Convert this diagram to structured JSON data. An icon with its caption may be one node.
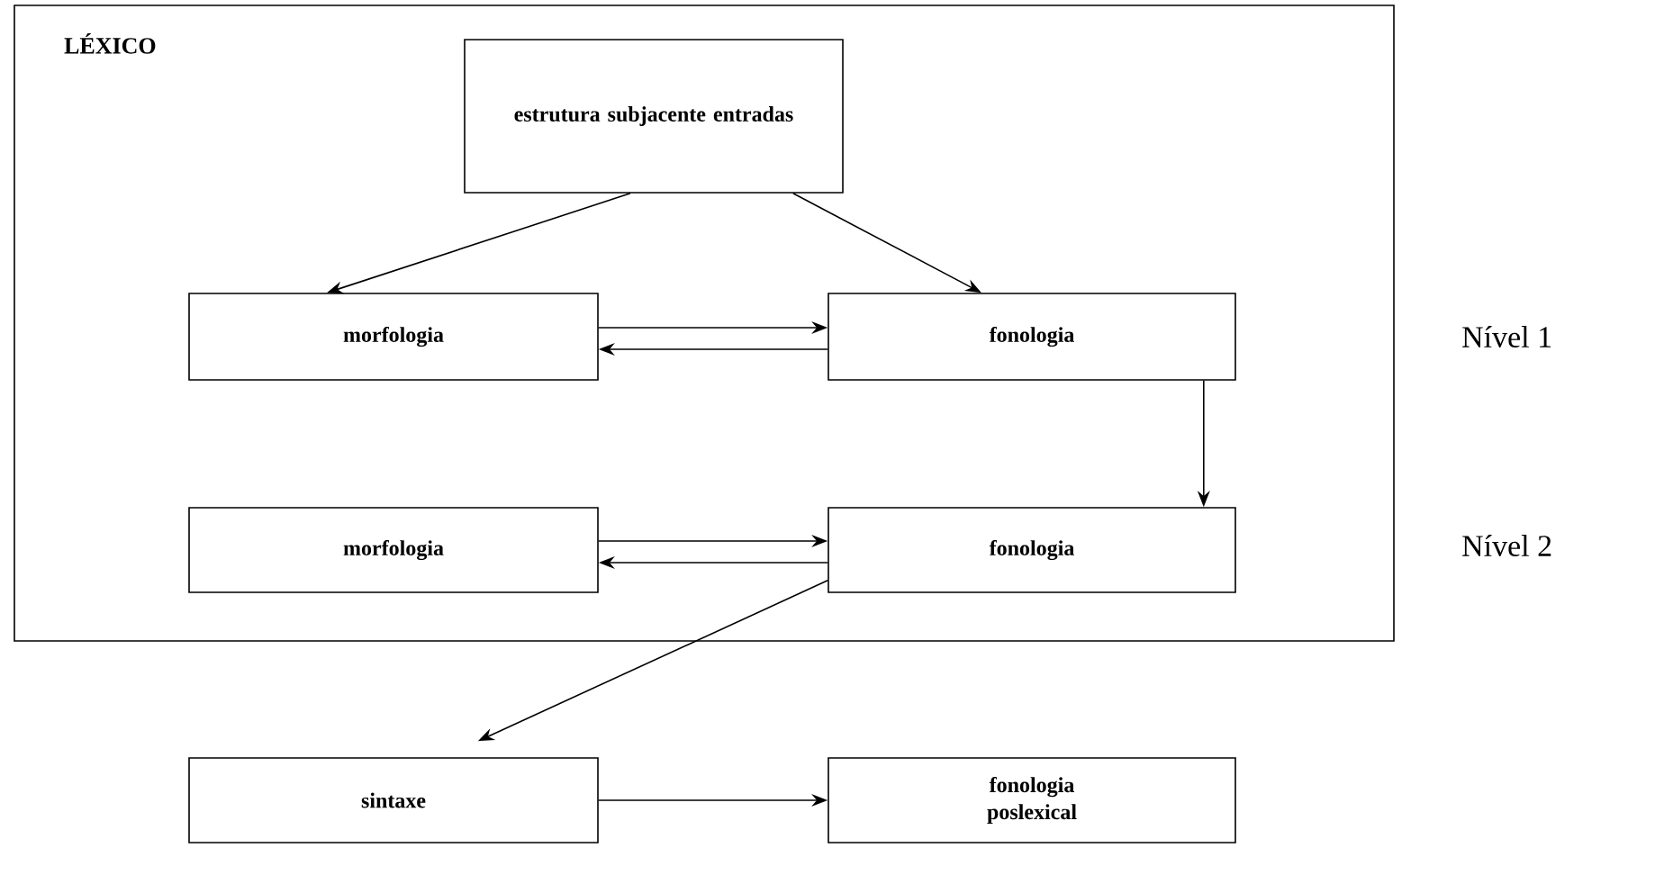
{
  "diagram": {
    "nodes": [
      {
        "text": [
          "LÉXICO"
        ]
      },
      {
        "text": [
          "estrutura subjacente entradas"
        ],
        "in": 0
      },
      {
        "text": [
          "morfologia"
        ],
        "in": 0
      },
      {
        "text": [
          "fonologia"
        ],
        "in": 0
      },
      {
        "text": [
          "morfologia"
        ],
        "in": 0
      },
      {
        "text": [
          "fonologia"
        ],
        "in": 0
      },
      {
        "text": [
          "sintaxe"
        ]
      },
      {
        "text": [
          "fonologia poslexical"
        ]
      }
    ],
    "edges": [
      {
        "from": 1,
        "to": 2,
        "arrow": "to"
      },
      {
        "from": 1,
        "to": 3,
        "arrow": "to"
      },
      {
        "from": 2,
        "to": 3,
        "arrow": "to"
      },
      {
        "from": 3,
        "to": 2,
        "arrow": "to"
      },
      {
        "from": 3,
        "to": 5,
        "arrow": "to"
      },
      {
        "from": 4,
        "to": 5,
        "arrow": "to"
      },
      {
        "from": 5,
        "to": 4,
        "arrow": "to"
      },
      {
        "from": 5,
        "to": 6,
        "arrow": "to"
      },
      {
        "from": 6,
        "to": 7,
        "arrow": "to"
      }
    ],
    "labels": [
      "Nível 1",
      "Nível 2"
    ]
  }
}
